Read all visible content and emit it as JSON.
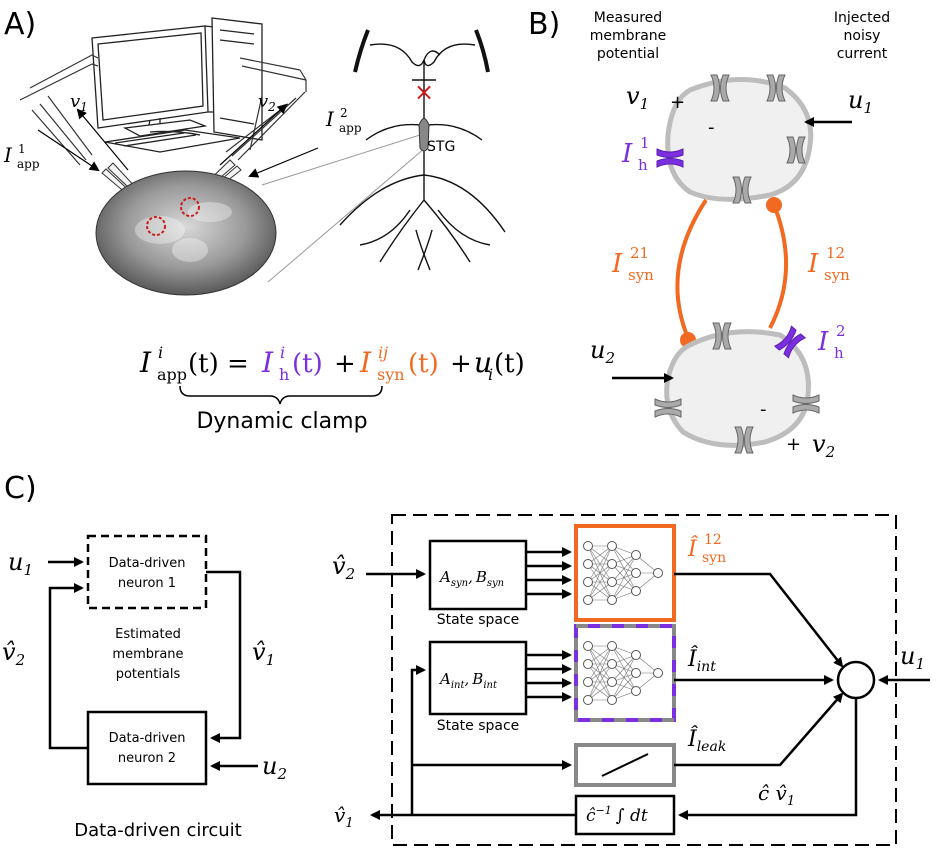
{
  "panels": {
    "a": "A)",
    "b": "B)",
    "c": "C)"
  },
  "colors": {
    "orange": "#f26a21",
    "purple": "#7b2fe0",
    "red": "#cc1b1b",
    "gray": "#888888",
    "black": "#000000"
  },
  "panel_a": {
    "stg_label": "STG",
    "lesion_mark": "×",
    "v1": {
      "base": "v",
      "sub": "1"
    },
    "v2": {
      "base": "v",
      "sub": "2"
    },
    "iapp1": {
      "base": "I",
      "sup": "1",
      "sub": "app"
    },
    "iapp2": {
      "base": "I",
      "sup": "2",
      "sub": "app"
    },
    "equation": {
      "lhs_base": "I",
      "lhs_sup": "i",
      "lhs_sub": "app",
      "lhs_arg": "(t) =",
      "ih_base": "I",
      "ih_sup": "i",
      "ih_sub": "h",
      "ih_arg": "(t)",
      "plus1": "+",
      "isyn_base": "I",
      "isyn_sup": "ij",
      "isyn_sub": "syn",
      "isyn_arg": "(t)",
      "plus2": "+",
      "u_base": "u",
      "u_sub": "i",
      "u_arg": "(t)"
    },
    "dynamic_clamp": "Dynamic clamp"
  },
  "panel_b": {
    "measured_l1": "Measured",
    "measured_l2": "membrane",
    "measured_l3": "potential",
    "injected_l1": "Injected",
    "injected_l2": "noisy",
    "injected_l3": "current",
    "v1": {
      "base": "v",
      "sub": "1"
    },
    "v2": {
      "base": "v",
      "sub": "2"
    },
    "u1": {
      "base": "u",
      "sub": "1"
    },
    "u2": {
      "base": "u",
      "sub": "2"
    },
    "plus": "+",
    "minus": "-",
    "ih1": {
      "base": "I",
      "sup": "1",
      "sub": "h"
    },
    "ih2": {
      "base": "I",
      "sup": "2",
      "sub": "h"
    },
    "isyn21": {
      "base": "I",
      "sup": "21",
      "sub": "syn"
    },
    "isyn12": {
      "base": "I",
      "sup": "12",
      "sub": "syn"
    }
  },
  "panel_c": {
    "neuron1_l1": "Data-driven",
    "neuron1_l2": "neuron 1",
    "neuron2_l1": "Data-driven",
    "neuron2_l2": "neuron 2",
    "estimated_l1": "Estimated",
    "estimated_l2": "membrane",
    "estimated_l3": "potentials",
    "circuit_label": "Data-driven circuit",
    "u1": {
      "base": "u",
      "sub": "1"
    },
    "u2": {
      "base": "u",
      "sub": "2"
    },
    "v1hat": {
      "base": "v̂",
      "sub": "1"
    },
    "v2hat": {
      "base": "v̂",
      "sub": "2"
    },
    "ssyn": {
      "a": "A",
      "a_sub": "syn",
      "b": "B",
      "b_sub": "syn",
      "comma": ","
    },
    "sint": {
      "a": "A",
      "a_sub": "int",
      "b": "B",
      "b_sub": "int",
      "comma": ","
    },
    "state_space": "State space",
    "isyn12hat": {
      "base": "Î",
      "sup": "12",
      "sub": "syn"
    },
    "iinthat": {
      "base": "Î",
      "sub": "int"
    },
    "ileakhat": {
      "base": "Î",
      "sub": "leak"
    },
    "cvdot": {
      "base": "ĉ v̂",
      "sub": "1"
    },
    "integrator": {
      "c": "ĉ",
      "sup": "−1",
      "rest": "∫ dt"
    },
    "right_v1hat": {
      "base": "v̂",
      "sub": "2"
    },
    "out_v1hat": {
      "base": "v̂",
      "sub": "1"
    },
    "right_u1": {
      "base": "u",
      "sub": "1"
    }
  }
}
